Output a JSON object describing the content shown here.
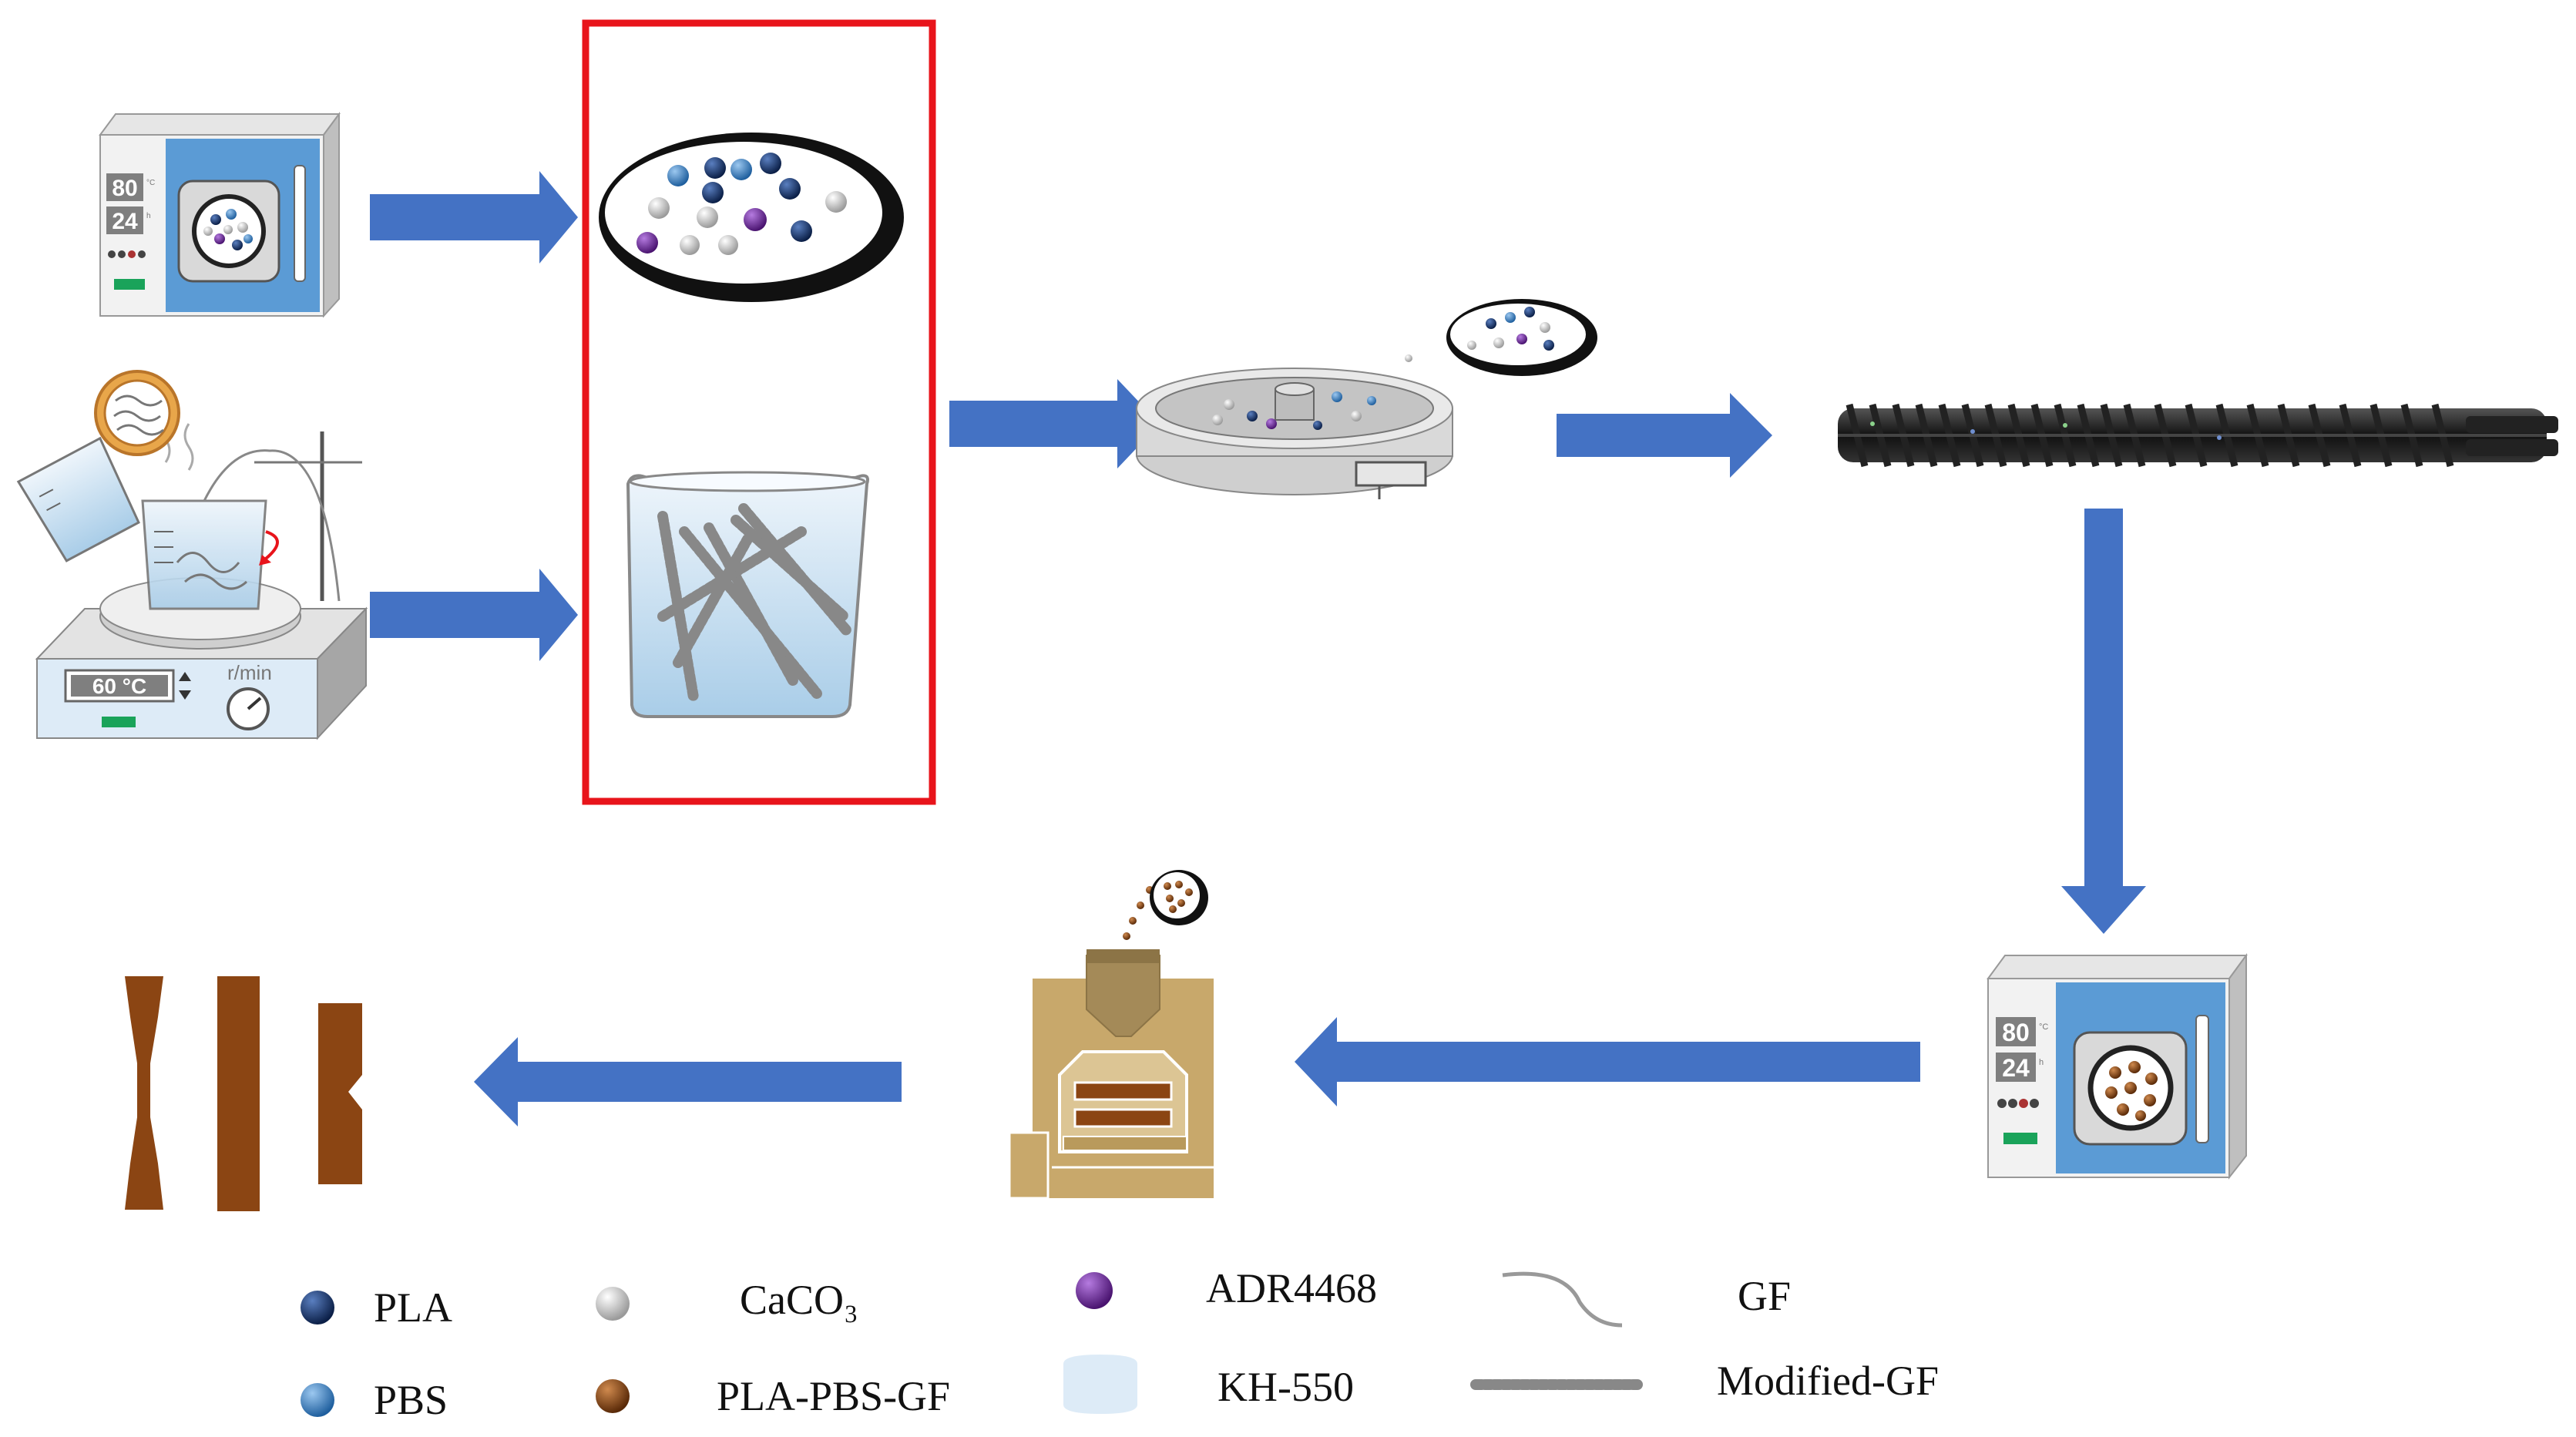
{
  "oven_display": {
    "temperature": "80",
    "time": "24",
    "temp_unit": "°C",
    "time_unit": "h"
  },
  "stirrer_display": {
    "temperature": "60 °C",
    "speed_unit": "r/min"
  },
  "legend": [
    {
      "label": "PLA"
    },
    {
      "label": "PBS"
    },
    {
      "label": "CaCO₃"
    },
    {
      "label": "PLA-PBS-GF"
    },
    {
      "label": "ADR4468"
    },
    {
      "label": "KH-550"
    },
    {
      "label": "GF"
    },
    {
      "label": "Modified-GF"
    }
  ],
  "colors": {
    "arrow": "#4472C4",
    "highlight_box": "#E8141B",
    "oven_blue": "#5B9BD5",
    "pla": "#0E2A5A",
    "pbs": "#2E75B6",
    "caco3": "#D9D9D9",
    "adr4468": "#6A2C91",
    "pla_pbs_gf": "#8B4513",
    "kh550": "#DDEBF7",
    "mold": "#C8A86B"
  }
}
